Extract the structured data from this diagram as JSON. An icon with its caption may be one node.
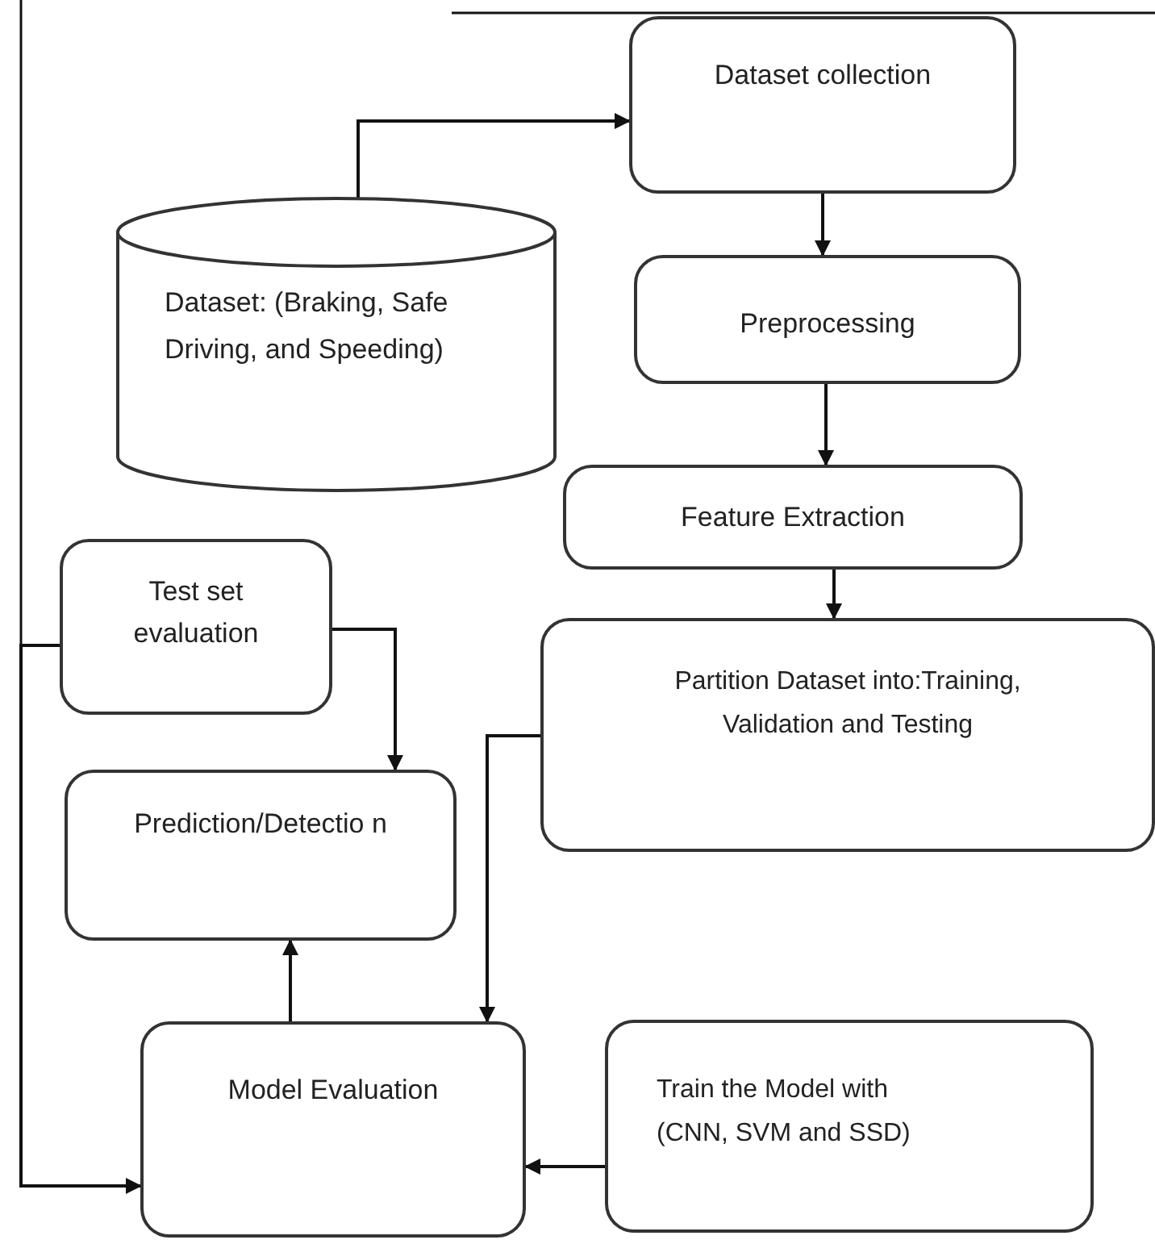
{
  "diagram": {
    "nodes": [
      {
        "text": [
          "Dataset: (Braking, Safe Driving, and Speeding)"
        ]
      },
      {
        "text": [
          "Dataset collection"
        ]
      },
      {
        "text": [
          "Preprocessing"
        ]
      },
      {
        "text": [
          "Feature Extraction"
        ]
      },
      {
        "text": [
          "Test set evaluation"
        ]
      },
      {
        "text": [
          "Partition Dataset into:Training, Validation and Testing"
        ]
      },
      {
        "text": [
          "Prediction/Detectio n"
        ]
      },
      {
        "text": [
          "Model Evaluation"
        ]
      },
      {
        "text": [
          "Train the Model with (CNN, SVM and SSD)"
        ]
      }
    ],
    "edges": [
      {
        "from": 0,
        "to": 1,
        "arrow": "to"
      },
      {
        "from": 1,
        "to": 2,
        "arrow": "to"
      },
      {
        "from": 2,
        "to": 3,
        "arrow": "to"
      },
      {
        "from": 3,
        "to": 5,
        "arrow": "to"
      },
      {
        "from": 4,
        "to": 6,
        "arrow": "to"
      },
      {
        "from": 7,
        "to": 6,
        "arrow": "to"
      },
      {
        "from": 5,
        "to": 7,
        "arrow": "to"
      },
      {
        "from": 8,
        "to": 7,
        "arrow": "to"
      },
      {
        "from": 4,
        "to": 7,
        "arrow": "to"
      }
    ]
  }
}
